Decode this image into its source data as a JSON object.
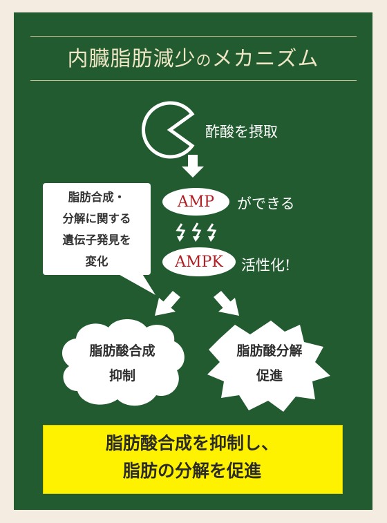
{
  "title": {
    "part1": "内臓脂肪減少",
    "part2": "の",
    "part3": "メカニズム"
  },
  "steps": {
    "intake": "酢酸を摂取",
    "amp": "AMP",
    "amp_label": "ができる",
    "ampk": "AMPK",
    "ampk_label": "活性化!"
  },
  "callout": {
    "lines": [
      "脂肪合成・",
      "分解に関する",
      "遺伝子発見を",
      "変化"
    ]
  },
  "outcomes": {
    "left": [
      "脂肪酸合成",
      "抑制"
    ],
    "right": [
      "脂肪酸分解",
      "促進"
    ]
  },
  "banner": {
    "lines": [
      "脂肪酸合成を抑制し、",
      "脂肪の分解を促進"
    ]
  },
  "colors": {
    "board": "#215b2f",
    "frame": "#f4ece0",
    "accent_red": "#b01f24",
    "banner": "#fff200"
  }
}
